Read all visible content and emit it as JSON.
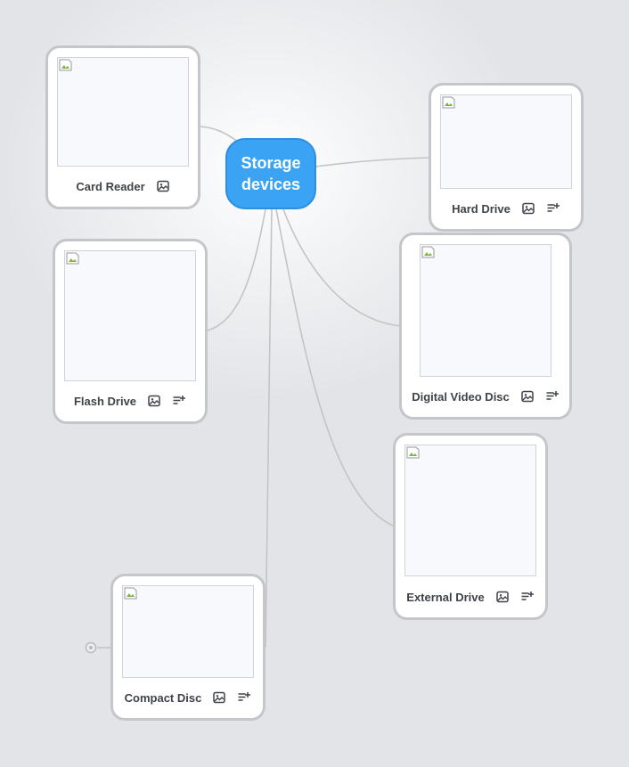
{
  "root": {
    "label": "Storage devices"
  },
  "topics": {
    "card_reader": {
      "label": "Card Reader"
    },
    "hard_drive": {
      "label": "Hard Drive"
    },
    "flash_drive": {
      "label": "Flash Drive"
    },
    "digital_video_disc": {
      "label": "Digital Video Disc"
    },
    "external_drive": {
      "label": "External Drive"
    },
    "compact_disc": {
      "label": "Compact Disc"
    }
  },
  "icons": {
    "image": "image-icon",
    "notes": "notes-icon",
    "broken_image": "broken-image-icon",
    "collapse": "collapse-toggle-icon"
  },
  "colors": {
    "root_fill": "#3aa3f4",
    "root_text": "#ffffff",
    "card_border": "#c4c6c9",
    "connector": "#c4c4c4",
    "label_text": "#3f4348"
  }
}
